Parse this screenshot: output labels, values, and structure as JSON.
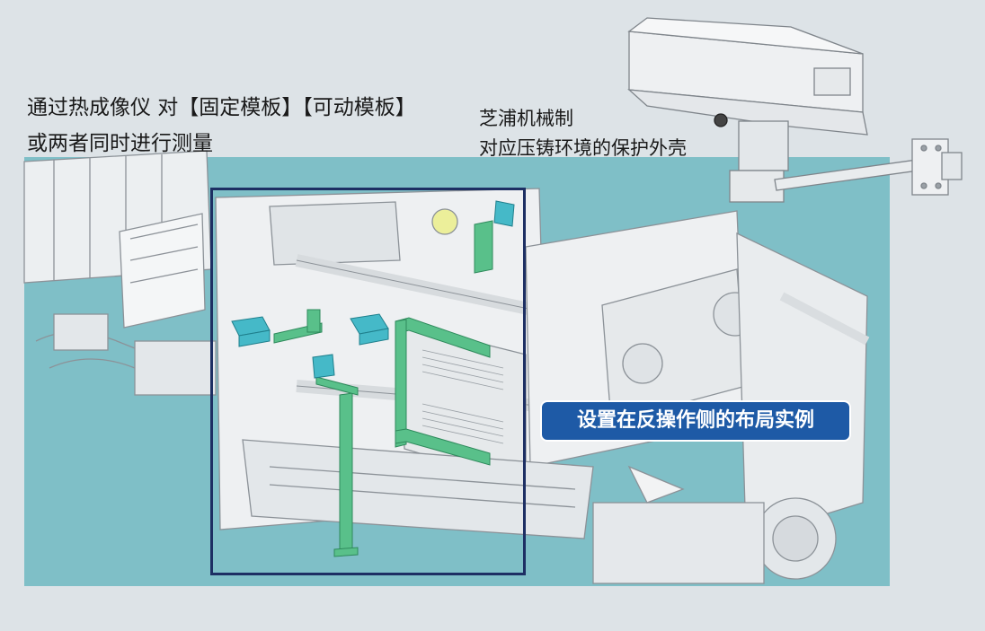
{
  "captions": {
    "measurement_line1": "通过热成像仪 对【固定模板】【可动模板】",
    "measurement_line2": "或两者同时进行测量",
    "housing_line1": "芝浦机械制",
    "housing_line2": "对应压铸环境的保护外壳"
  },
  "callout": {
    "label": "设置在反操作侧的布局实例"
  },
  "colors": {
    "background": "#dde3e7",
    "panel": "#7fbfc7",
    "machine": "#e9ecee",
    "machine_stroke": "#8c9298",
    "mount_green": "#59c08a",
    "camera_cyan": "#45b9c8",
    "frame_navy": "#1d2f63",
    "callout_blue": "#1e5aa6"
  }
}
